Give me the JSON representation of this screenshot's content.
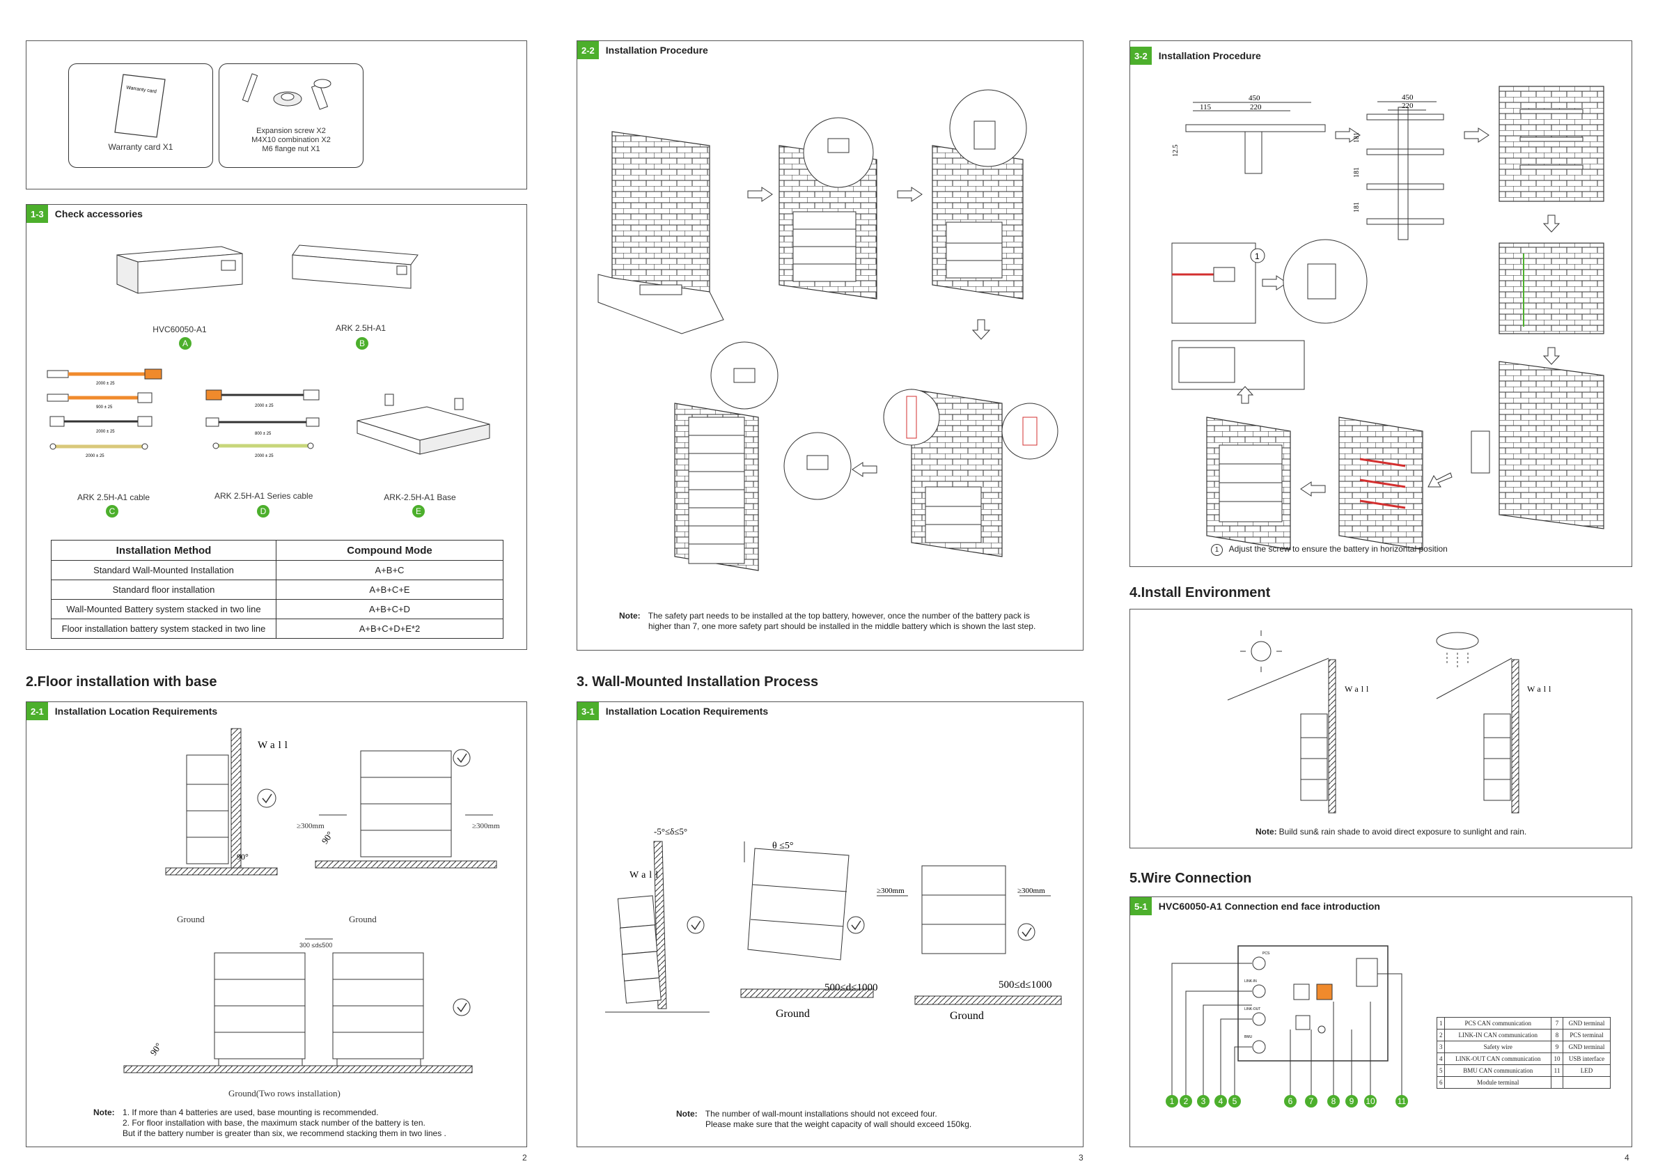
{
  "page1": {
    "top_box": {
      "warranty_label": "Warranty card X1",
      "warranty_card_text": "Warranty card",
      "hardware_lines": [
        "Expansion screw X2",
        "M4X10 combination X2",
        "M6 flange nut X1"
      ]
    },
    "check_accessories": {
      "badge": "1-3",
      "title": "Check accessories",
      "items": [
        {
          "name": "HVC60050-A1",
          "letter": "A"
        },
        {
          "name": "ARK 2.5H-A1",
          "letter": "B"
        },
        {
          "name": "ARK 2.5H-A1  cable",
          "letter": "C"
        },
        {
          "name": "ARK 2.5H-A1 Series cable",
          "letter": "D"
        },
        {
          "name": "ARK-2.5H-A1 Base",
          "letter": "E"
        }
      ],
      "cable_marks": [
        "2000 ± 25",
        "900 ± 25",
        "2000 ± 25",
        "2000 ± 25",
        "2000 ± 25",
        "800 ± 25",
        "2000 ± 25"
      ],
      "table": {
        "headers": [
          "Installation Method",
          "Compound Mode"
        ],
        "rows": [
          [
            "Standard Wall-Mounted Installation",
            "A+B+C"
          ],
          [
            "Standard floor installation",
            "A+B+C+E"
          ],
          [
            "Wall-Mounted Battery system stacked in two line",
            "A+B+C+D"
          ],
          [
            "Floor installation battery system stacked in two line",
            "A+B+C+D+E*2"
          ]
        ]
      }
    },
    "floor_section": {
      "heading": "2.Floor installation with base",
      "badge": "2-1",
      "title": "Installation Location Requirements",
      "wall": "Wall",
      "ground": "Ground",
      "ground2": "Ground",
      "ground_two_rows": "Ground(Two rows installation)",
      "gap_left": "≥300mm",
      "gap_right": "≥300mm",
      "angle": "90°",
      "spacing": "300 ≤d≤500",
      "note_label": "Note:",
      "note_lines": [
        "1. If more than 4 batteries are used, base mounting is recommended.",
        "2. For floor installation with base, the maximum stack number of the battery is ten.",
        "    But if the battery number is greater than six, we recommend stacking them in two lines ."
      ]
    },
    "page_number": "2"
  },
  "page2": {
    "procedure": {
      "badge": "2-2",
      "title": "Installation Procedure",
      "note_label": "Note:",
      "note_lines": [
        "The safety part needs to be installed at the top battery, however, once the number of the battery pack is",
        "higher than 7, one more safety part should be installed in the middle battery which is shown the last step."
      ]
    },
    "wall_section": {
      "heading": "3. Wall-Mounted Installation Process",
      "badge": "3-1",
      "title": "Installation Location Requirements",
      "tilt": "-5°≤δ≤5°",
      "theta": "θ ≤5°",
      "wall": "Wall",
      "gap_left": "≥300mm",
      "gap_right": "≥300mm",
      "distance1": "500≤d≤1000",
      "distance2": "500≤d≤1000",
      "ground1": "Ground",
      "ground2": "Ground",
      "note_label": "Note:",
      "note_lines": [
        "The number of wall-mount installations should not exceed four.",
        "Please make sure that the weight capacity of wall should exceed 150kg."
      ]
    },
    "page_number": "3"
  },
  "page3": {
    "procedure": {
      "badge": "3-2",
      "title": "Installation Procedure",
      "dims": [
        "450",
        "115",
        "220",
        "12.5",
        "450",
        "220",
        "181",
        "181",
        "181"
      ],
      "step_marker": "1",
      "footnote_num": "1",
      "footnote": "Adjust the screw to ensure the battery in horizontal position"
    },
    "environment": {
      "heading": "4.Install Environment",
      "wall1": "Wall",
      "wall2": "Wall",
      "note_label": "Note:",
      "note": "Build sun& rain shade to avoid direct exposure to sunlight and rain."
    },
    "wire": {
      "heading": "5.Wire Connection",
      "badge": "5-1",
      "title": "HVC60050-A1 Connection end face introduction",
      "panel_labels": [
        "PCS",
        "LINK-IN",
        "LINK-OUT",
        "BMU"
      ],
      "callouts": [
        "1",
        "2",
        "3",
        "4",
        "5",
        "6",
        "7",
        "8",
        "9",
        "10",
        "11"
      ],
      "table": [
        [
          "1",
          "PCS CAN communication",
          "7",
          "GND terminal"
        ],
        [
          "2",
          "LINK-IN CAN communication",
          "8",
          "PCS terminal"
        ],
        [
          "3",
          "Safety wire",
          "9",
          "GND terminal"
        ],
        [
          "4",
          "LINK-OUT CAN communication",
          "10",
          "USB interface"
        ],
        [
          "5",
          "BMU CAN communication",
          "11",
          "LED"
        ],
        [
          "6",
          "Module terminal",
          "",
          ""
        ]
      ]
    },
    "page_number": "4"
  },
  "colors": {
    "accent": "#4caf2c",
    "border": "#555555",
    "warning": "#d32f2f",
    "orange": "#f08a2c"
  }
}
